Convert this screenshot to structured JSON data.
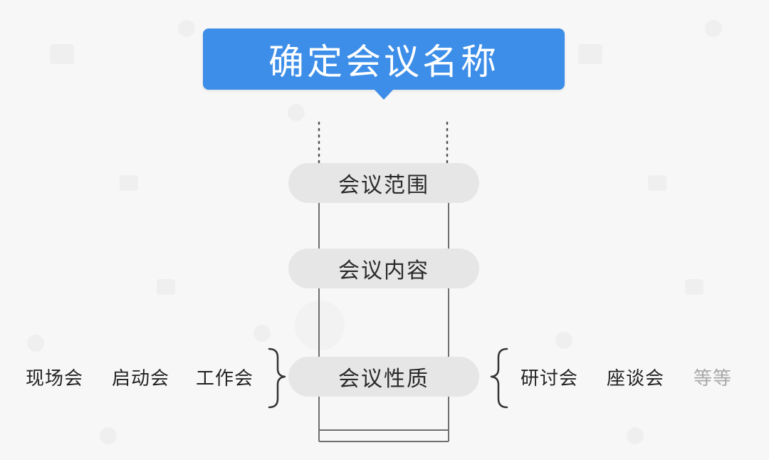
{
  "title": "确定会议名称",
  "levels": [
    {
      "label": "会议范围"
    },
    {
      "label": "会议内容"
    },
    {
      "label": "会议性质"
    }
  ],
  "left_examples": [
    "现场会",
    "启动会",
    "工作会"
  ],
  "right_examples": [
    "研讨会",
    "座谈会",
    "等等"
  ],
  "colors": {
    "title_bg": "#3d8ee8",
    "pill_bg": "#e6e6e6",
    "line": "#6e6e6e"
  }
}
